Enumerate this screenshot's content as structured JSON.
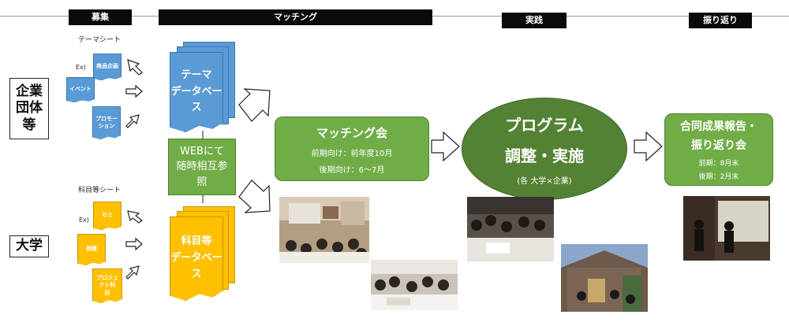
{
  "header": {
    "phase_recruit": "募集",
    "phase_matching": "マッチング",
    "phase_practice": "実践",
    "phase_review": "振り返り"
  },
  "rows": {
    "company": "企業\n団体\n等",
    "university": "大学"
  },
  "theme_sheet": {
    "title": "テーマシート",
    "ex": "Ex)",
    "items": [
      "商品企画",
      "イベント",
      "プロモー\nション"
    ]
  },
  "subject_sheet": {
    "title": "科目等シート",
    "ex": "Ex)",
    "items": [
      "ゼミ",
      "授業",
      "プロジェ\nクト科\n目"
    ]
  },
  "databases": {
    "theme_db": "テーマ\nデータベー\nス",
    "subject_db": "科目等\nデータベー\nス"
  },
  "web_box": "WEBにて\n随時相互参\n照",
  "matching_event": {
    "title": "マッチング会",
    "line1": "前期向け：前年度10月",
    "line2": "後期向け：6〜7月"
  },
  "program": {
    "title_line1": "プログラム",
    "title_line2": "調整・実施",
    "sub": "(各 大学×企業)"
  },
  "report": {
    "title_line1": "合同成果報告・",
    "title_line2": "振り返り会",
    "line1": "前期：8月末",
    "line2": "後期：2月末"
  },
  "colors": {
    "blue": "#5b9bd5",
    "yellow": "#ffc000",
    "green": "#70ad47",
    "dark_green": "#548235",
    "black": "#0a0a0a"
  }
}
